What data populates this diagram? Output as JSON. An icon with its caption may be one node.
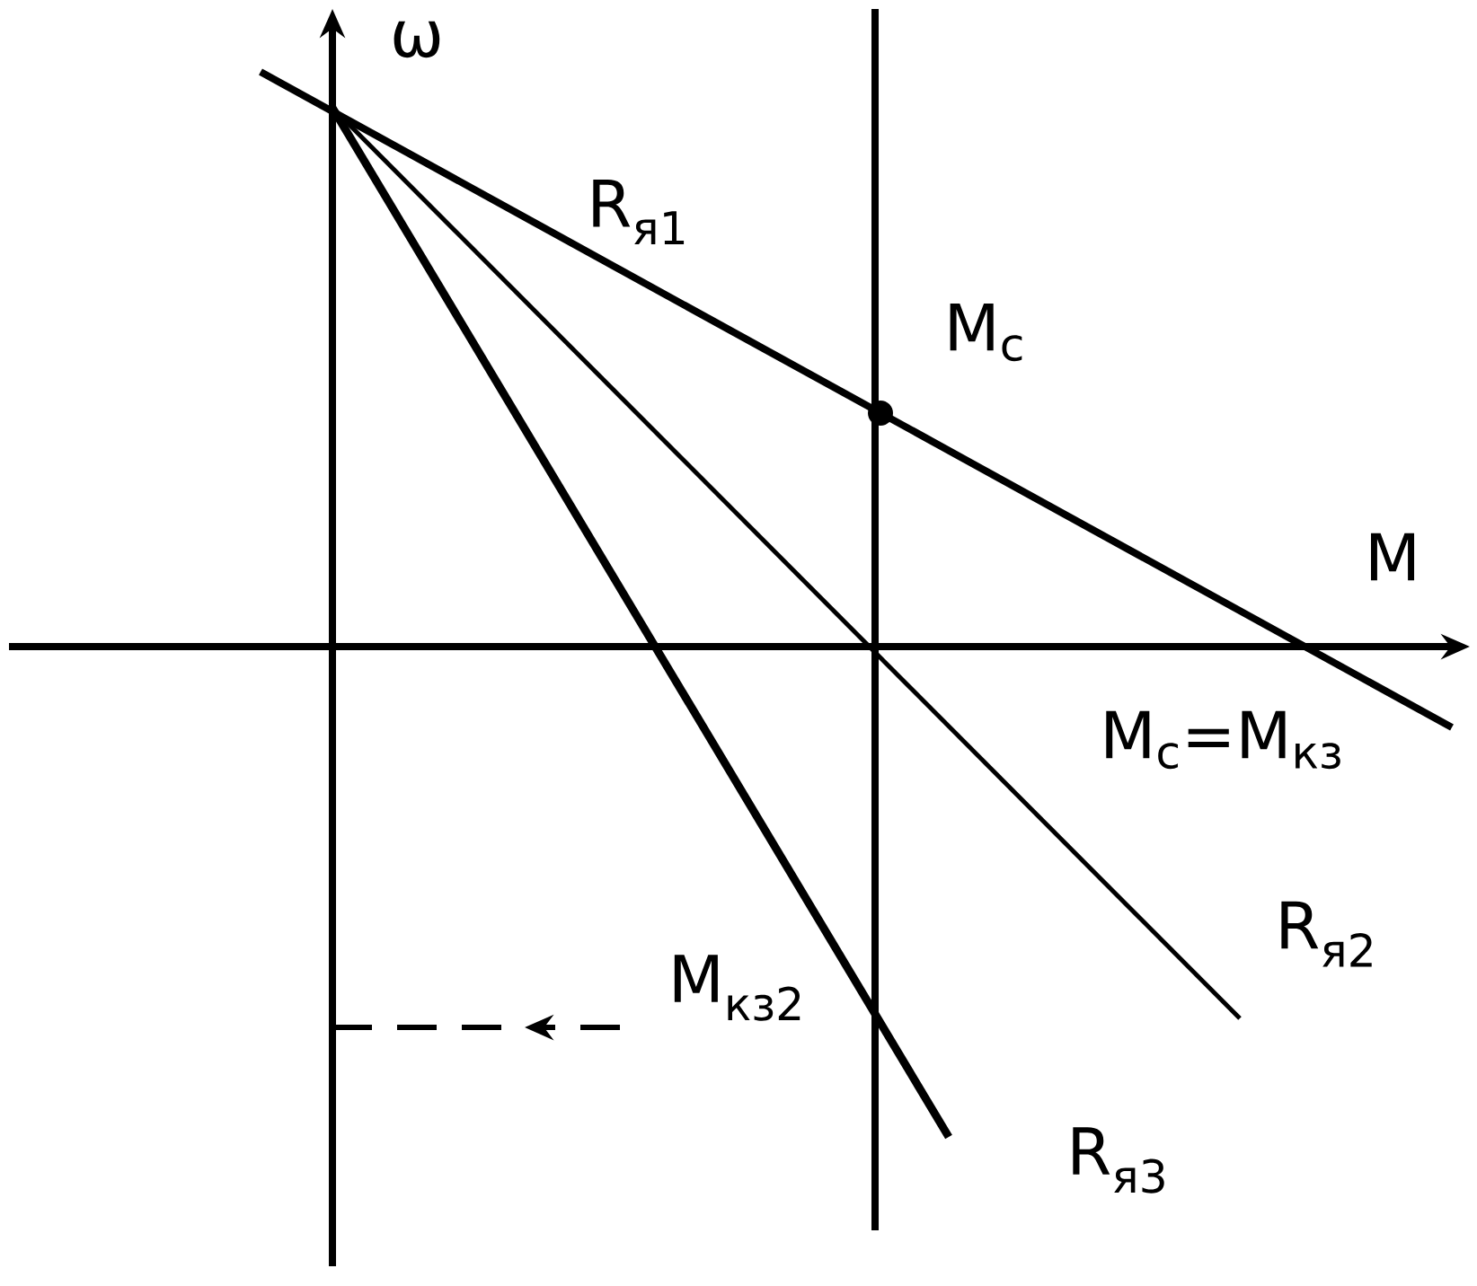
{
  "diagram": {
    "labels": [
      "ω",
      "R$_{я1}$",
      "M$_{с}$",
      "M",
      "M$_{с}$=M$_{кз}$",
      "R$_{я2}$",
      "M$_{кз2}$",
      "R$_{я3}$"
    ]
  }
}
